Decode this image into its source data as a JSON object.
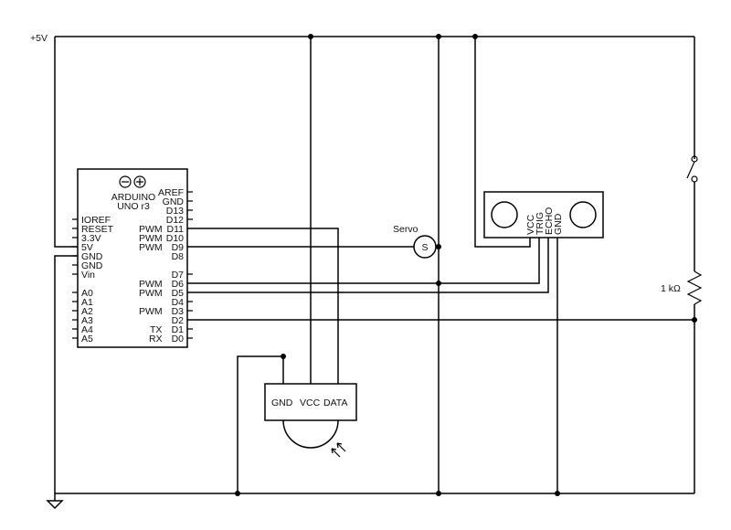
{
  "power": {
    "supply_label": "+5V"
  },
  "arduino": {
    "title_line1": "ARDUINO",
    "title_line2": "UNO r3",
    "left_pins": [
      "IOREF",
      "RESET",
      "3.3V",
      "5V",
      "GND",
      "GND",
      "Vin",
      "A0",
      "A1",
      "A2",
      "A3",
      "A4",
      "A5"
    ],
    "right_pins": [
      "AREF",
      "GND",
      "D13",
      "D12",
      "D11",
      "D10",
      "D9",
      "D8",
      "D7",
      "D6",
      "D5",
      "D4",
      "D3",
      "D2",
      "D1",
      "D0"
    ],
    "pwm_label": "PWM",
    "tx_label": "TX",
    "rx_label": "RX"
  },
  "servo": {
    "label": "Servo",
    "symbol": "S"
  },
  "ultrasonic": {
    "pins": [
      "VCC",
      "TRIG",
      "ECHO",
      "GND"
    ]
  },
  "resistor": {
    "label": "1 kΩ"
  },
  "sensor": {
    "pins": [
      "GND",
      "VCC",
      "DATA"
    ]
  },
  "icons": [
    "ground-icon",
    "switch-icon",
    "resistor-icon",
    "photosensor-icon",
    "power-jack-icon"
  ]
}
